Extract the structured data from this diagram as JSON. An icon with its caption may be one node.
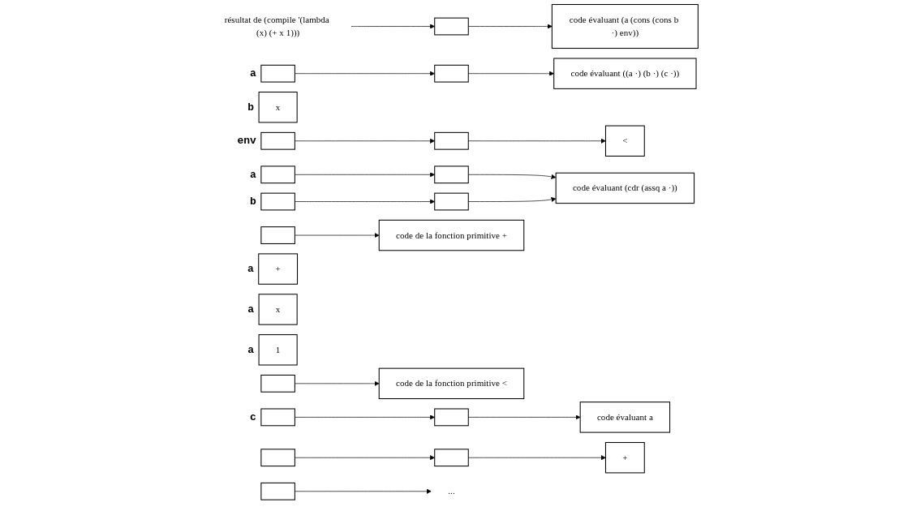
{
  "diagram": {
    "nodes": [
      {
        "text": [
          "résultat de (compile '(lambda (x) (+ x 1)))"
        ]
      },
      {
        "text": [],
        "shape": "box"
      },
      {
        "text": [],
        "shape": "box",
        "beside": [
          "a"
        ]
      },
      {
        "text": [
          "x"
        ],
        "beside": [
          "b"
        ]
      },
      {
        "text": [],
        "shape": "box",
        "beside": [
          "env"
        ]
      },
      {
        "text": [],
        "shape": "box"
      },
      {
        "text": [],
        "shape": "box",
        "beside": [
          "a"
        ]
      },
      {
        "text": [],
        "shape": "box",
        "beside": [
          "b"
        ]
      },
      {
        "text": [],
        "shape": "box",
        "beside": [
          "c"
        ]
      },
      {
        "text": [],
        "shape": "box"
      },
      {
        "text": [
          "+"
        ],
        "beside": [
          "a"
        ]
      },
      {
        "text": [],
        "shape": "box"
      },
      {
        "text": [
          "x"
        ],
        "beside": [
          "a"
        ]
      },
      {
        "text": [],
        "shape": "box"
      },
      {
        "text": [
          "1"
        ],
        "beside": [
          "a"
        ]
      },
      {
        "text": [
          "code évaluant (a (cons (cons b ·) env))"
        ]
      },
      {
        "text": [
          "code évaluant ((a ·) (b ·) (c ·))"
        ]
      },
      {
        "text": [
          "code évaluant (cdr (assq a ·))"
        ]
      },
      {
        "text": [
          "code évaluant a"
        ]
      },
      {
        "text": [
          "code de la fonction primitive +"
        ]
      },
      {
        "text": [
          "code de la fonction primitive <"
        ]
      },
      {
        "text": [],
        "shape": "box"
      },
      {
        "text": [],
        "shape": "box"
      },
      {
        "text": [],
        "shape": "box"
      },
      {
        "text": [],
        "shape": "box"
      },
      {
        "text": [
          "..."
        ]
      },
      {
        "text": [
          "<"
        ]
      },
      {
        "text": [],
        "shape": "box"
      },
      {
        "text": [
          "+"
        ]
      },
      {
        "text": [],
        "shape": "box"
      }
    ],
    "edges": [
      {
        "from": 0,
        "to": 1,
        "arrow": "to"
      },
      {
        "from": 1,
        "to": 15,
        "arrow": "to"
      },
      {
        "from": 2,
        "to": 5,
        "arrow": "to"
      },
      {
        "from": 5,
        "to": 16,
        "arrow": "to"
      },
      {
        "from": 4,
        "to": 21,
        "arrow": "to"
      },
      {
        "from": 6,
        "to": 9,
        "arrow": "to"
      },
      {
        "from": 7,
        "to": 11,
        "arrow": "to"
      },
      {
        "from": 8,
        "to": 13,
        "arrow": "to"
      },
      {
        "from": 9,
        "to": 17,
        "arrow": "to"
      },
      {
        "from": 11,
        "to": 17,
        "arrow": "to"
      },
      {
        "from": 13,
        "to": 18,
        "arrow": "to"
      },
      {
        "from": 21,
        "to": 26,
        "arrow": "to"
      },
      {
        "from": 22,
        "to": 23,
        "arrow": "to"
      },
      {
        "from": 23,
        "to": 28,
        "arrow": "to"
      },
      {
        "from": 24,
        "to": 25,
        "arrow": "to"
      },
      {
        "from": 27,
        "to": 20,
        "arrow": "to"
      },
      {
        "from": 29,
        "to": 19,
        "arrow": "to"
      }
    ]
  }
}
